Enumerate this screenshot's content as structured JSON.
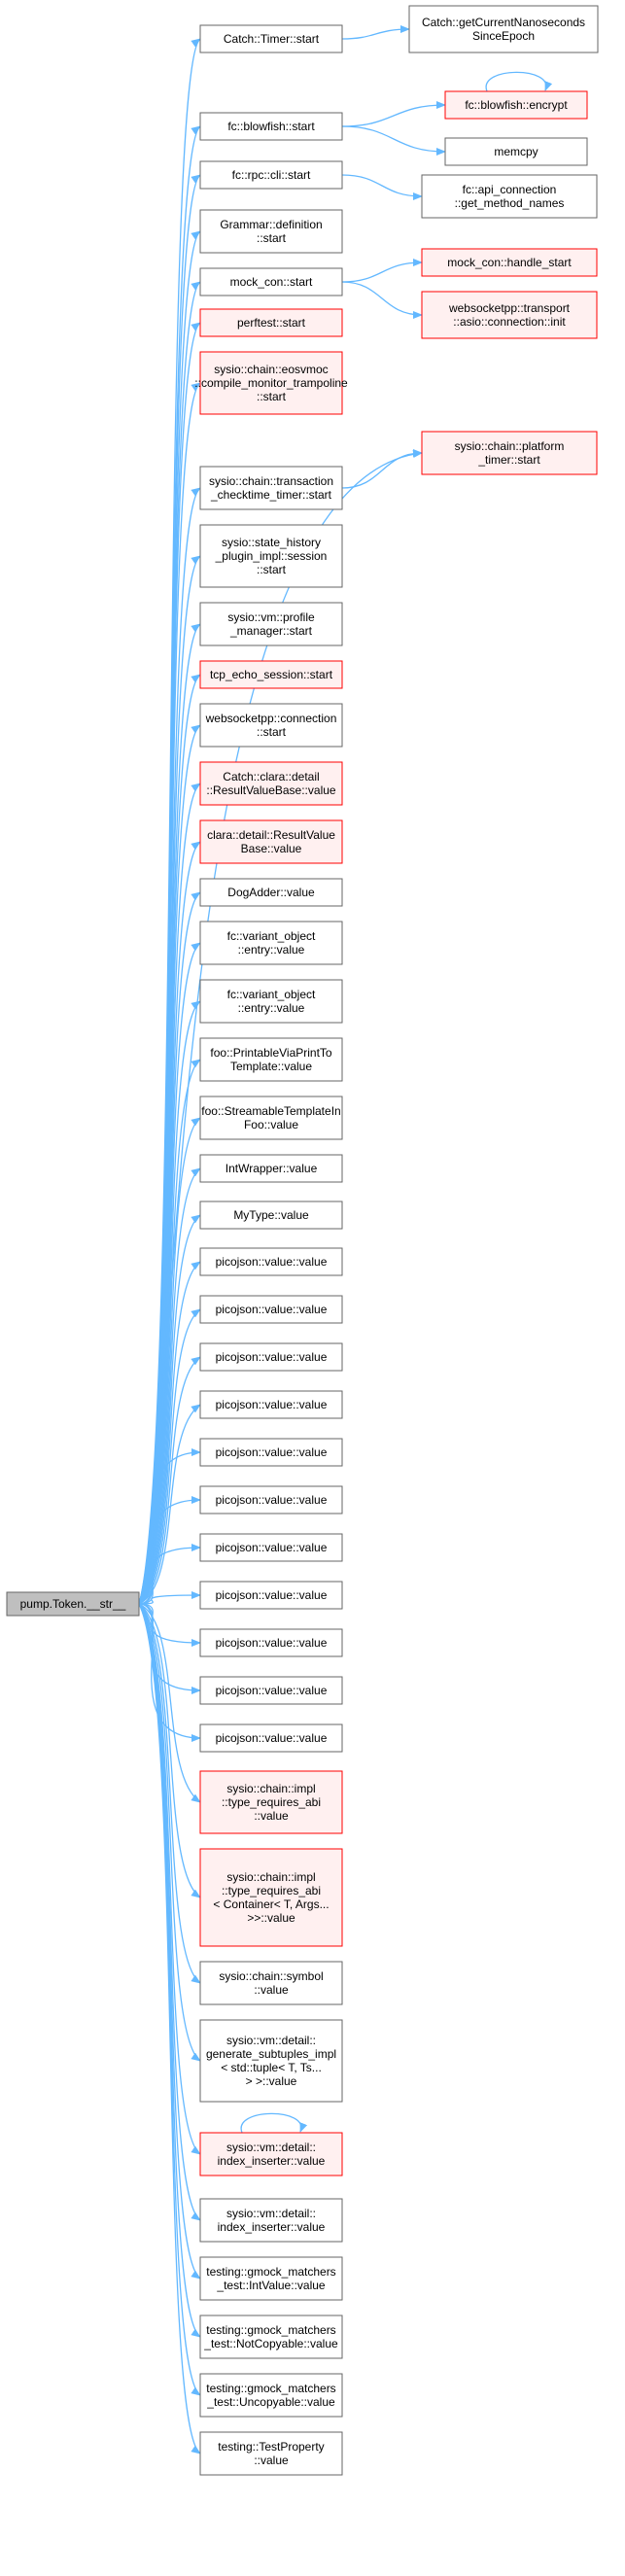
{
  "colors": {
    "edge": "#63b8ff",
    "highlight_border": "#ff0000",
    "highlight_fill": "#fff0f0",
    "root_fill": "#bfbfbf"
  },
  "nodes": [
    {
      "id": "root",
      "lines": [
        "pump.Token.__str__"
      ],
      "style": "root"
    },
    {
      "id": "n1",
      "lines": [
        "Catch::Timer::start"
      ]
    },
    {
      "id": "n1a",
      "lines": [
        "Catch::getCurrentNanoseconds",
        "SinceEpoch"
      ]
    },
    {
      "id": "n2",
      "lines": [
        "fc::blowfish::start"
      ]
    },
    {
      "id": "n2a",
      "lines": [
        "fc::blowfish::encrypt"
      ],
      "style": "red"
    },
    {
      "id": "n2b",
      "lines": [
        "memcpy"
      ]
    },
    {
      "id": "n3",
      "lines": [
        "fc::rpc::cli::start"
      ]
    },
    {
      "id": "n3a",
      "lines": [
        "fc::api_connection",
        "::get_method_names"
      ]
    },
    {
      "id": "n4",
      "lines": [
        "Grammar::definition",
        "::start"
      ]
    },
    {
      "id": "n5",
      "lines": [
        "mock_con::start"
      ]
    },
    {
      "id": "n5a",
      "lines": [
        "mock_con::handle_start"
      ],
      "style": "red"
    },
    {
      "id": "n5b",
      "lines": [
        "websocketpp::transport",
        "::asio::connection::init"
      ],
      "style": "red"
    },
    {
      "id": "n6",
      "lines": [
        "perftest::start"
      ],
      "style": "red"
    },
    {
      "id": "n7",
      "lines": [
        "sysio::chain::eosvmoc",
        "::compile_monitor_trampoline",
        "::start"
      ],
      "style": "red"
    },
    {
      "id": "n8a",
      "lines": [
        "sysio::chain::platform",
        "_timer::start"
      ],
      "style": "red"
    },
    {
      "id": "n8",
      "lines": [
        "sysio::chain::transaction",
        "_checktime_timer::start"
      ]
    },
    {
      "id": "n9",
      "lines": [
        "sysio::state_history",
        "_plugin_impl::session",
        "::start"
      ]
    },
    {
      "id": "n10",
      "lines": [
        "sysio::vm::profile",
        "_manager::start"
      ]
    },
    {
      "id": "n11",
      "lines": [
        "tcp_echo_session::start"
      ],
      "style": "red"
    },
    {
      "id": "n12",
      "lines": [
        "websocketpp::connection",
        "::start"
      ]
    },
    {
      "id": "n13",
      "lines": [
        "Catch::clara::detail",
        "::ResultValueBase::value"
      ],
      "style": "red"
    },
    {
      "id": "n14",
      "lines": [
        "clara::detail::ResultValue",
        "Base::value"
      ],
      "style": "red"
    },
    {
      "id": "n15",
      "lines": [
        "DogAdder::value"
      ]
    },
    {
      "id": "n16",
      "lines": [
        "fc::variant_object",
        "::entry::value"
      ]
    },
    {
      "id": "n17",
      "lines": [
        "fc::variant_object",
        "::entry::value"
      ]
    },
    {
      "id": "n18",
      "lines": [
        "foo::PrintableViaPrintTo",
        "Template::value"
      ]
    },
    {
      "id": "n19",
      "lines": [
        "foo::StreamableTemplateIn",
        "Foo::value"
      ]
    },
    {
      "id": "n20",
      "lines": [
        "IntWrapper::value"
      ]
    },
    {
      "id": "n21",
      "lines": [
        "MyType::value"
      ]
    },
    {
      "id": "n22",
      "lines": [
        "picojson::value::value"
      ]
    },
    {
      "id": "n23",
      "lines": [
        "picojson::value::value"
      ]
    },
    {
      "id": "n24",
      "lines": [
        "picojson::value::value"
      ]
    },
    {
      "id": "n25",
      "lines": [
        "picojson::value::value"
      ]
    },
    {
      "id": "n26",
      "lines": [
        "picojson::value::value"
      ]
    },
    {
      "id": "n27",
      "lines": [
        "picojson::value::value"
      ]
    },
    {
      "id": "n28",
      "lines": [
        "picojson::value::value"
      ]
    },
    {
      "id": "n29",
      "lines": [
        "picojson::value::value"
      ]
    },
    {
      "id": "n30",
      "lines": [
        "picojson::value::value"
      ]
    },
    {
      "id": "n31",
      "lines": [
        "picojson::value::value"
      ]
    },
    {
      "id": "n32",
      "lines": [
        "picojson::value::value"
      ]
    },
    {
      "id": "n33",
      "lines": [
        "sysio::chain::impl",
        "::type_requires_abi",
        "::value"
      ],
      "style": "red"
    },
    {
      "id": "n34",
      "lines": [
        "sysio::chain::impl",
        "::type_requires_abi",
        "< Container< T, Args...",
        ">>::value"
      ],
      "style": "red"
    },
    {
      "id": "n35",
      "lines": [
        "sysio::chain::symbol",
        "::value"
      ]
    },
    {
      "id": "n36",
      "lines": [
        "sysio::vm::detail::",
        "generate_subtuples_impl",
        "< std::tuple< T, Ts...",
        "> >::value"
      ]
    },
    {
      "id": "n37",
      "lines": [
        "sysio::vm::detail::",
        "index_inserter::value"
      ],
      "style": "red"
    },
    {
      "id": "n38",
      "lines": [
        "sysio::vm::detail::",
        "index_inserter::value"
      ]
    },
    {
      "id": "n39",
      "lines": [
        "testing::gmock_matchers",
        "_test::IntValue::value"
      ]
    },
    {
      "id": "n40",
      "lines": [
        "testing::gmock_matchers",
        "_test::NotCopyable::value"
      ]
    },
    {
      "id": "n41",
      "lines": [
        "testing::gmock_matchers",
        "_test::Uncopyable::value"
      ]
    },
    {
      "id": "n42",
      "lines": [
        "testing::TestProperty",
        "::value"
      ]
    }
  ]
}
